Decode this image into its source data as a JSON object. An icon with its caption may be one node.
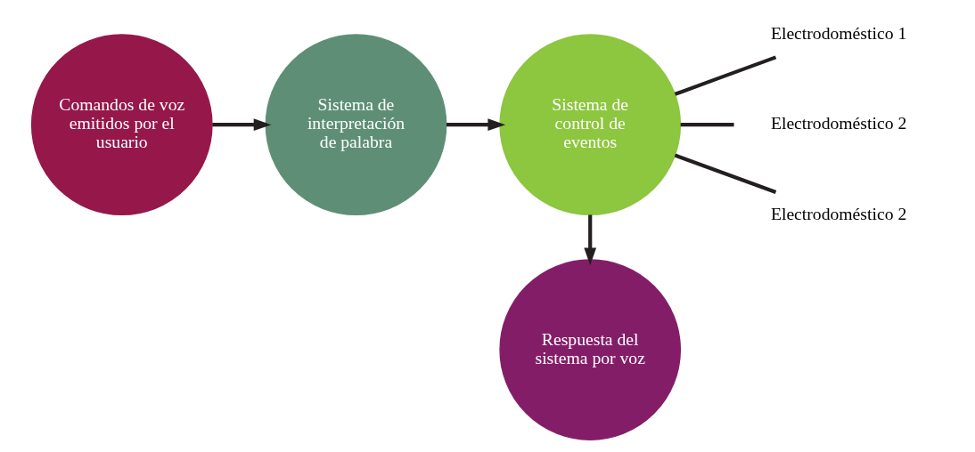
{
  "diagram": {
    "nodes": [
      {
        "text": [
          "Comandos de voz emitidos por el usuario"
        ]
      },
      {
        "text": [
          "Sistema de interpretación de palabra"
        ]
      },
      {
        "text": [
          "Sistema de control de eventos"
        ]
      },
      {
        "text": [
          "Respuesta del sistema por voz"
        ]
      },
      {
        "text": [
          "Electrodoméstico 1"
        ]
      },
      {
        "text": [
          "Electrodoméstico 2"
        ]
      },
      {
        "text": [
          "Electrodoméstico 2"
        ]
      }
    ],
    "edges": [
      {
        "from": 0,
        "to": 1,
        "arrow": "to"
      },
      {
        "from": 1,
        "to": 2,
        "arrow": "to"
      },
      {
        "from": 2,
        "to": 3,
        "arrow": "to"
      },
      {
        "from": 2,
        "to": 4,
        "arrow": "none"
      },
      {
        "from": 2,
        "to": 5,
        "arrow": "none"
      },
      {
        "from": 2,
        "to": 6,
        "arrow": "none"
      }
    ]
  }
}
